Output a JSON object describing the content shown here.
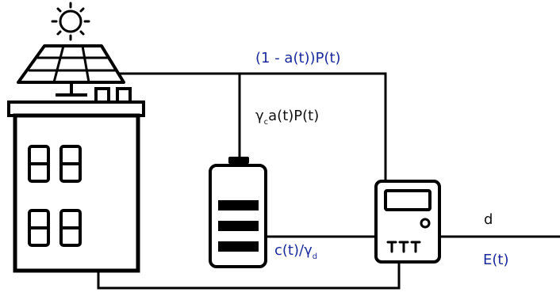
{
  "labels": {
    "grid_to_meter": "(1 - a(t))P(t)",
    "to_battery_gamma": "γ",
    "to_battery_gamma_sub": "c",
    "to_battery_rest": "a(t)P(t)",
    "from_battery": "c(t)/γ",
    "from_battery_sub": "d",
    "demand": "d",
    "energy": "E(t)"
  },
  "colors": {
    "line": "#000000",
    "label_blue": "#1a2a9c",
    "label_black": "#111111"
  },
  "icons": [
    "sun-icon",
    "solar-panel-icon",
    "building-icon",
    "battery-icon",
    "smart-meter-icon"
  ]
}
